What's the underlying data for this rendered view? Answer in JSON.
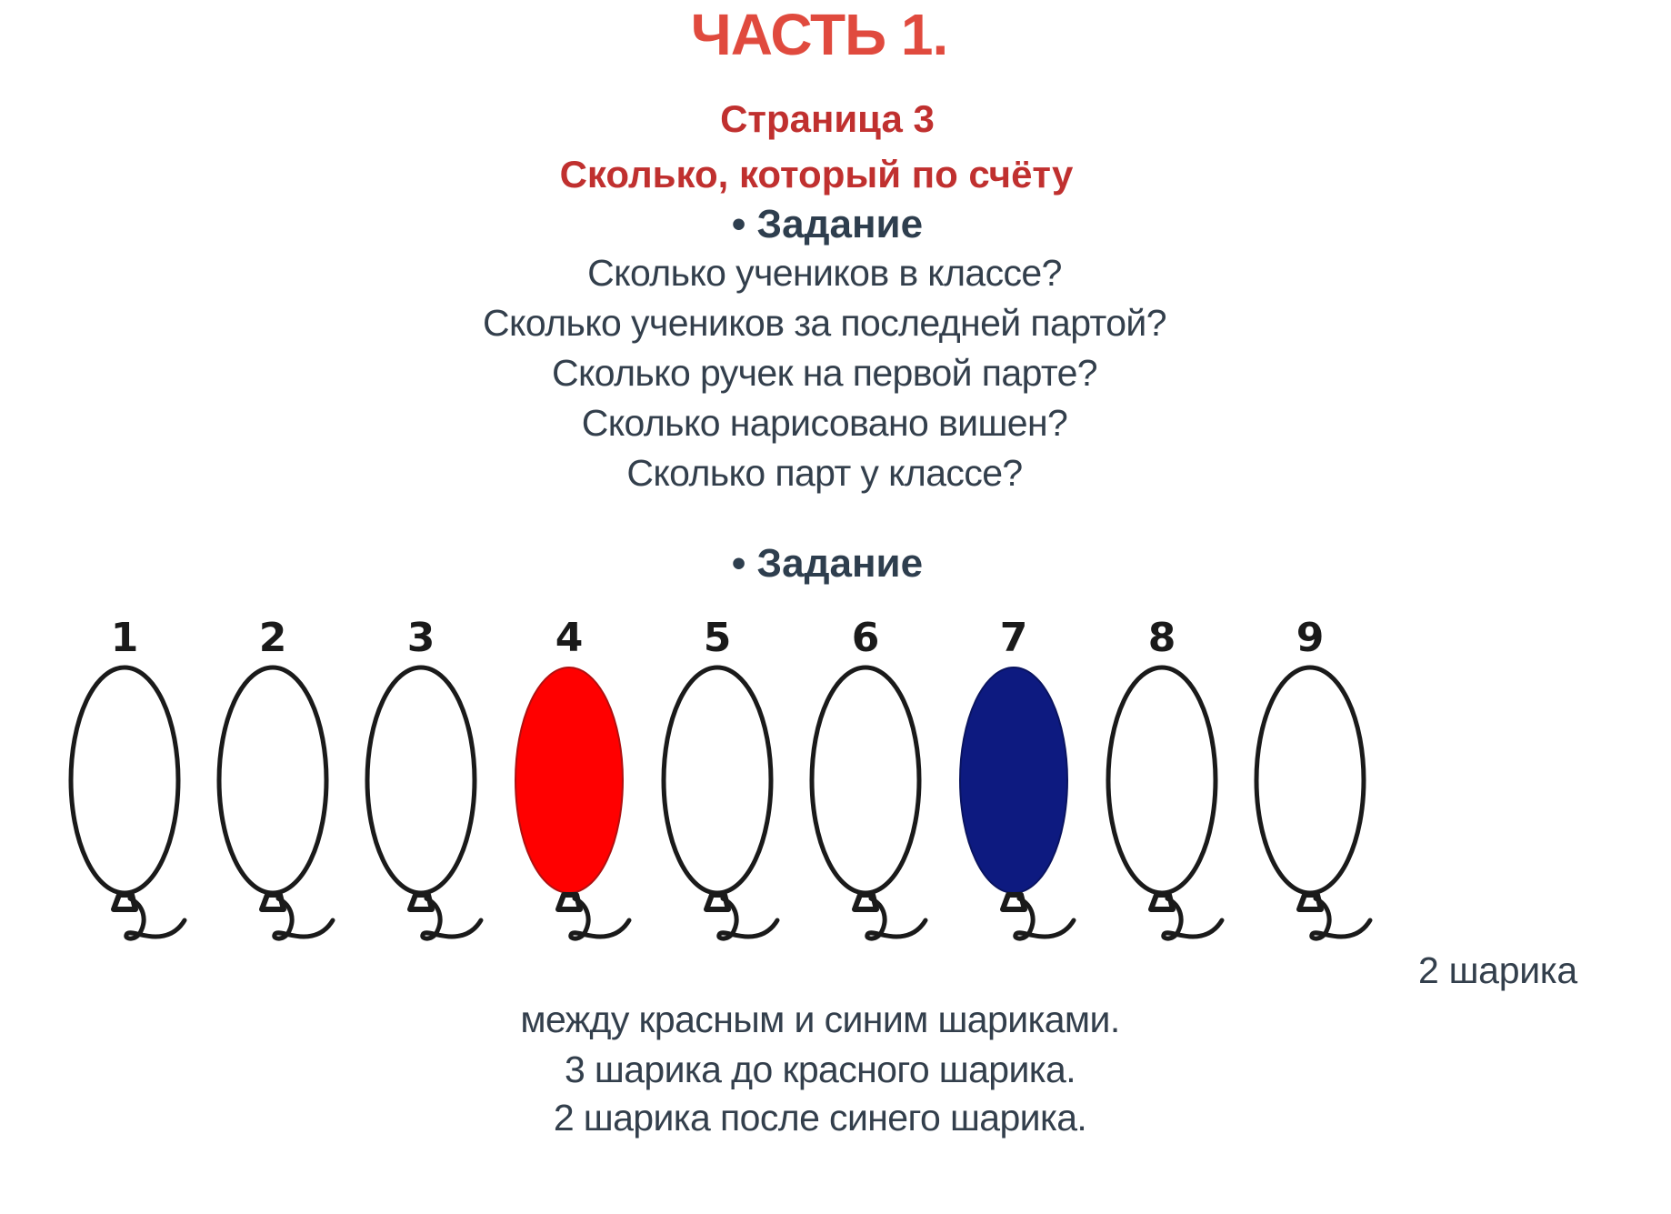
{
  "header": {
    "part_title": "ЧАСТЬ 1.",
    "page_label": "Страница 3",
    "topic": "Сколько, который по счёту"
  },
  "task1": {
    "heading": "• Задание",
    "questions": [
      "Сколько учеников в классе?",
      "Сколько учеников за последней партой?",
      "Сколько ручек на первой парте?",
      "Сколько нарисовано вишен?",
      "Сколько парт у классе?"
    ]
  },
  "task2": {
    "heading": "• Задание",
    "balloons": [
      {
        "number": "1",
        "color": "#ffffff",
        "filled": false
      },
      {
        "number": "2",
        "color": "#ffffff",
        "filled": false
      },
      {
        "number": "3",
        "color": "#ffffff",
        "filled": false
      },
      {
        "number": "4",
        "color": "#ff0000",
        "filled": true
      },
      {
        "number": "5",
        "color": "#ffffff",
        "filled": false
      },
      {
        "number": "6",
        "color": "#ffffff",
        "filled": false
      },
      {
        "number": "7",
        "color": "#0d1a80",
        "filled": true
      },
      {
        "number": "8",
        "color": "#ffffff",
        "filled": false
      },
      {
        "number": "9",
        "color": "#ffffff",
        "filled": false
      }
    ],
    "answers": [
      "2 шарика",
      "между красным и синим шариками.",
      "3 шарика до красного шарика.",
      "2 шарика после синего шарика."
    ]
  },
  "colors": {
    "title_red": "#e04a3e",
    "subtitle_red": "#c0302f",
    "heading_dark": "#2e3e4e",
    "body_text": "#333f4c",
    "red_balloon": "#ff0000",
    "blue_balloon": "#0d1a80",
    "outline": "#1a1a1a"
  }
}
